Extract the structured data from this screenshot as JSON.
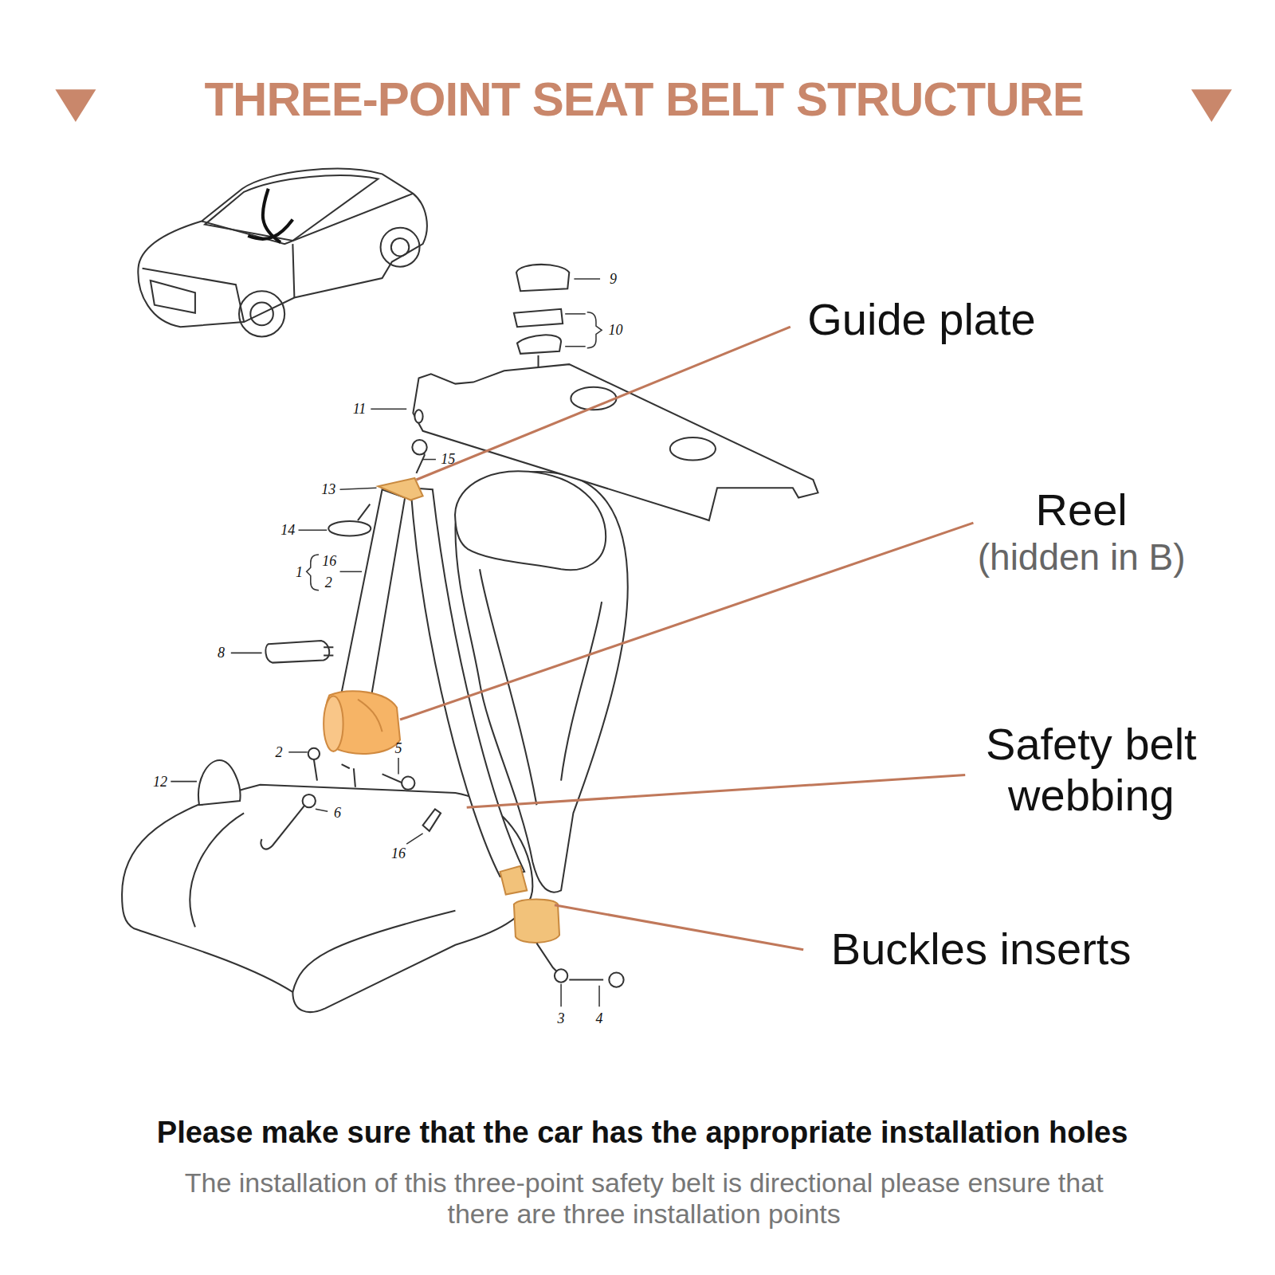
{
  "diagram": {
    "title": "THREE-POINT SEAT BELT STRUCTURE",
    "caption": "Please make sure that the car has the appropriate installation holes",
    "labels": [
      "Guide plate",
      "Reel",
      "(hidden in B)",
      "Safety belt webbing",
      "Buckles inserts",
      "The installation of this three-point safety belt is directional please ensure that there are three installation points",
      "9",
      "10",
      "11",
      "15",
      "13",
      "14",
      "1",
      "16",
      "2",
      "8",
      "2",
      "5",
      "6",
      "12",
      "16",
      "3",
      "4"
    ]
  }
}
